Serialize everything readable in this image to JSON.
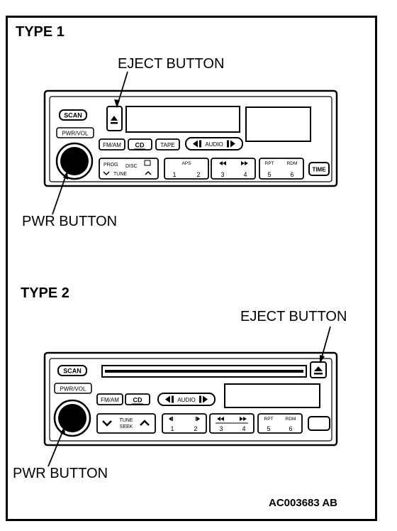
{
  "type1": {
    "heading": "TYPE 1",
    "eject_label": "EJECT BUTTON",
    "pwr_label": "PWR BUTTON",
    "buttons": {
      "scan": "SCAN",
      "pwr_vol": "PWR/VOL",
      "fm_am": "FM/AM",
      "cd": "CD",
      "tape": "TAPE",
      "audio": "AUDIO",
      "time": "TIME",
      "prog": "PROG",
      "disc": "DISC",
      "tune": "TUNE",
      "aps": "APS",
      "rpt": "RPT",
      "rdm": "RDM",
      "presets": [
        "1",
        "2",
        "3",
        "4",
        "5",
        "6"
      ]
    }
  },
  "type2": {
    "heading": "TYPE 2",
    "eject_label": "EJECT BUTTON",
    "pwr_label": "PWR BUTTON",
    "buttons": {
      "scan": "SCAN",
      "pwr_vol": "PWR/VOL",
      "fm_am": "FM/AM",
      "cd": "CD",
      "audio": "AUDIO",
      "tune": "TUNE",
      "seek": "SEEK",
      "rpt": "RPT",
      "rdm": "RDM",
      "presets": [
        "1",
        "2",
        "3",
        "4",
        "5",
        "6"
      ]
    }
  },
  "figure_id": "AC003683 AB"
}
